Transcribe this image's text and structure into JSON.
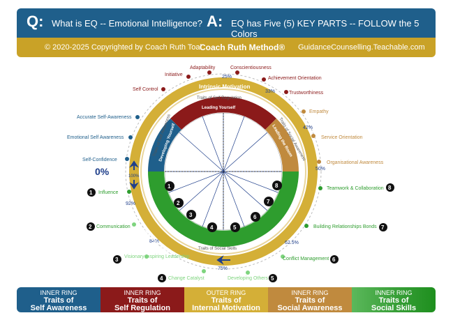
{
  "header": {
    "q_letter": "Q:",
    "question": "What is EQ -- Emotional Intelligence?",
    "a_letter": "A:",
    "answer": "EQ has Five (5) KEY PARTS -- FOLLOW the 5 Colors"
  },
  "subheader": {
    "copyright": "© 2020-2025 Copyrighted by Coach Ruth Toal",
    "brand": "Coach Ruth Method®",
    "url": "GuidanceCounselling.Teachable.com"
  },
  "wheel": {
    "outer_label_top": "Intrinsic Motivation",
    "outer_label_bottom": "Intrinsic Motivation",
    "inner_self_regulation": "Traits of Self Regulation",
    "inner_self_awareness": "Traits of Self Awareness",
    "inner_social_awareness": "Traits of Social Awareness",
    "inner_social_skills": "Traits of Social Skills",
    "leading_yourself": "Leading Yourself",
    "leading_others": "Leading the Room",
    "developing_yourself": "Developing Yourself",
    "pct_0": "0%",
    "pct_25": "25%",
    "pct_33": "33%",
    "pct_42": "42%",
    "pct_50": "50%",
    "pct_62": "62.5%",
    "pct_75": "75%",
    "pct_84": "84%",
    "pct_92": "92%",
    "pct_100": "100%"
  },
  "traits": {
    "initiative": "Initiative",
    "adaptability": "Adaptability",
    "conscientiousness": "Conscientiousness",
    "achievement": "Achievement Orientation",
    "trustworthiness": "Trustworthiness",
    "self_control": "Self Control",
    "empathy": "Empathy",
    "accurate_self_awareness": "Accurate Self-Awareness",
    "service_orientation": "Service Orientation",
    "emotional_self_awareness": "Emotional Self Awareness",
    "organisational_awareness": "Organisational Awareness",
    "self_confidence": "Self-Confidence",
    "teamwork": "Teamwork & Collaboration",
    "influence": "Influence",
    "communication": "Communication",
    "building_relationships": "Building Relationships Bonds",
    "visionary": "Visionary Inspiring Leadership",
    "conflict": "Conflict Management",
    "change": "Change Catalyst",
    "developing_others": "Developing Others"
  },
  "numbers": [
    "1",
    "2",
    "3",
    "4",
    "5",
    "6",
    "7",
    "8"
  ],
  "bottom_bar": [
    {
      "small": "INNER RING",
      "big": "Traits of",
      "big2": "Self Awareness",
      "color": "#1f5f8b"
    },
    {
      "small": "INNER RING",
      "big": "Traits of",
      "big2": "Self Regulation",
      "color": "#8b1a1a"
    },
    {
      "small": "OUTER RING",
      "big": "Traits of",
      "big2": "Internal Motivation",
      "color": "#d4af37"
    },
    {
      "small": "INNER RING",
      "big": "Traits of",
      "big2": "Social Awareness",
      "color": "#c08a3e"
    },
    {
      "small": "INNER RING",
      "big": "Traits of",
      "big2": "Social Skills",
      "color": "#3aa03a"
    }
  ],
  "colors": {
    "blue": "#1f5f8b",
    "red": "#8b1a1a",
    "gold": "#d4af37",
    "orange": "#c08a3e",
    "green": "#2e9d2e",
    "lightgreen": "#7ed47e"
  }
}
